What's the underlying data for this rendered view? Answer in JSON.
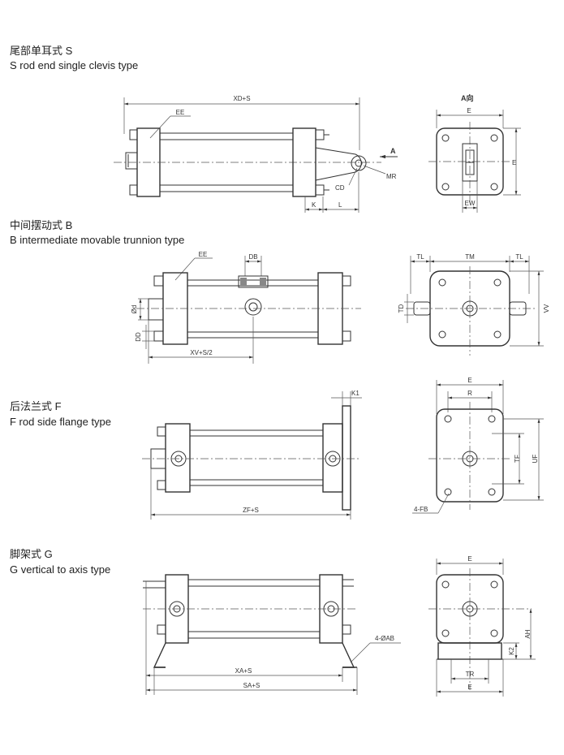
{
  "sections": [
    {
      "cn": "尾部单耳式 S",
      "en": "S rod end single clevis type"
    },
    {
      "cn": "中间摆动式 B",
      "en": "B intermediate movable trunnion type"
    },
    {
      "cn": "后法兰式 F",
      "en": "F rod side flange type"
    },
    {
      "cn": "脚架式 G",
      "en": "G vertical to axis type"
    }
  ],
  "labels": {
    "s_xds": "XD+S",
    "s_ee": "EE",
    "s_a": "A",
    "s_mr": "MR",
    "s_cd": "CD",
    "s_k": "K",
    "s_l": "L",
    "s_view": "A向",
    "s_e": "E",
    "s_e_side": "E",
    "s_ew": "EW",
    "b_ee": "EE",
    "b_db": "DB",
    "b_phid": "Ød",
    "b_dd": "DD",
    "b_xvs": "XV+S/2",
    "b_tl1": "TL",
    "b_tm": "TM",
    "b_tl2": "TL",
    "b_td": "TD",
    "b_vv": "VV",
    "f_k1": "K1",
    "f_zfs": "ZF+S",
    "f_e": "E",
    "f_r": "R",
    "f_tf": "TF",
    "f_uf": "UF",
    "f_fb": "4-FB",
    "g_ab": "4-ØAB",
    "g_xas": "XA+S",
    "g_sas": "SA+S",
    "g_e_top": "E",
    "g_ah": "AH",
    "g_k2": "K2",
    "g_tr": "TR",
    "g_e_bot": "E"
  }
}
